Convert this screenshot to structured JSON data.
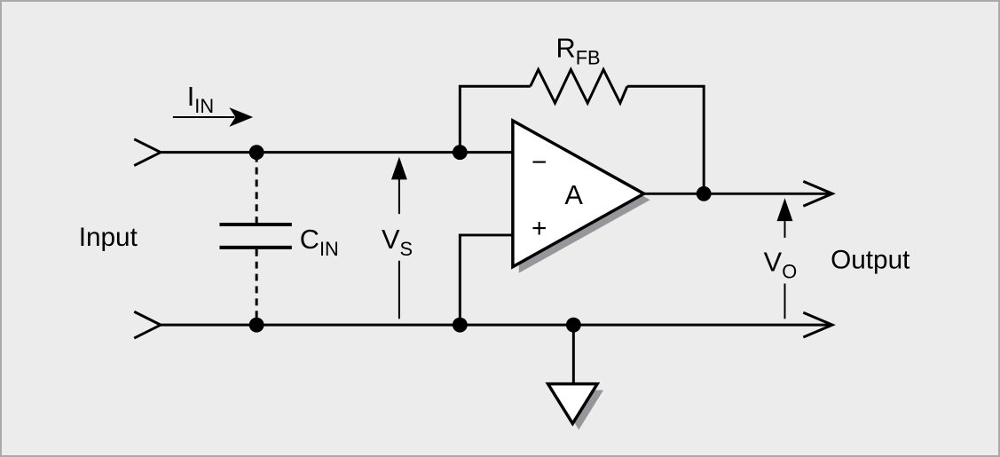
{
  "diagram": {
    "labels": {
      "input": "Input",
      "output": "Output",
      "i_in": {
        "main": "I",
        "sub": "IN"
      },
      "c_in": {
        "main": "C",
        "sub": "IN"
      },
      "v_s": {
        "main": "V",
        "sub": "S"
      },
      "r_fb": {
        "main": "R",
        "sub": "FB"
      },
      "v_o": {
        "main": "V",
        "sub": "O"
      },
      "op_amp": {
        "gain": "A",
        "inverting": "−",
        "noninverting": "+"
      }
    },
    "colors": {
      "background": "#ececec",
      "line": "#000000",
      "component_fill": "#ffffff",
      "shadow": "#97979b",
      "frame_border": "#a9a9ad"
    }
  }
}
